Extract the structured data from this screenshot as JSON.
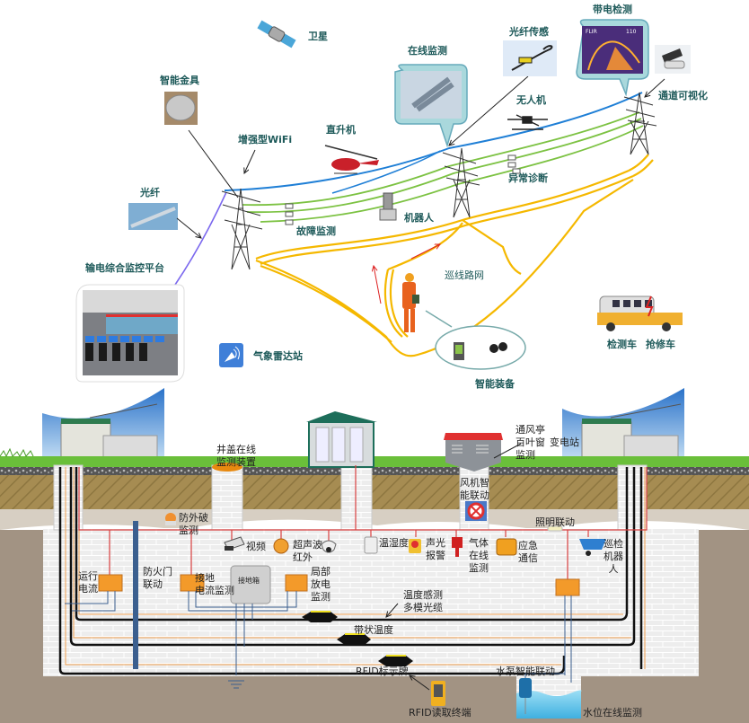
{
  "title": "输电线路与电缆隧道智能监测系统示意图",
  "upper": {
    "satellite": "卫星",
    "smart_fitting": "智能金具",
    "enhanced_wifi": "增强型WiFi",
    "helicopter": "直升机",
    "online_monitoring": "在线监测",
    "fiber_sensing": "光纤传感",
    "live_detection": "带电检测",
    "drone": "无人机",
    "channel_visualization": "通道可视化",
    "anomaly_diagnosis": "异常诊断",
    "fault_monitoring": "故障监测",
    "robot": "机器人",
    "fiber": "光纤",
    "platform": "输电综合监控平台",
    "patrol_network": "巡线路网",
    "weather_radar": "气象雷达站",
    "smart_equipment": "智能装备",
    "inspection_vehicle": "检测车",
    "repair_vehicle": "抢修车",
    "thermal_camera_brand": "FLIR",
    "thermal_reading": "110"
  },
  "lower": {
    "manhole_monitor": "井盖在线\n监测装置",
    "vent_louver": "通风亭\n百叶窗\n监测",
    "substation": "变电站",
    "fan_linkage": "风机智\n能联动",
    "anti_damage": "防外破\n监测",
    "lighting_linkage": "照明联动",
    "video": "视频",
    "ultrasonic_ir": "超声波\n红外",
    "partial_discharge": "局部\n放电\n监测",
    "temp_humidity": "温湿度",
    "sound_light_alarm": "声光\n报警",
    "gas_monitor": "气体\n在线\n监测",
    "emergency_comm": "应急\n通信",
    "patrol_robot": "巡检\n机器\n人",
    "running_current": "运行\n电流",
    "fire_door": "防火门\n联动",
    "grounding_current": "接地\n电流监测",
    "grounding_box": "接地箱",
    "temp_fiber": "温度感测\n多模光缆",
    "band_temp": "带状温度",
    "rfid_tag": "RFID标示牌",
    "rfid_reader": "RFID读取终端",
    "pump_linkage": "水泵智能联动",
    "water_level": "水位在线监测"
  },
  "colors": {
    "label_teal": "#1e5a5a",
    "power_line_blue": "#1f7fd6",
    "conductor_green": "#7cc242",
    "road_yellow": "#f5b800",
    "fiber_purple": "#7b68ee",
    "soil_brown": "#a38a55",
    "grass_green": "#6abf3a",
    "cable_red": "#d94040",
    "device_orange": "#f39a2a",
    "tunnel_wall": "#ececec",
    "bedrock": "#a29383",
    "water_blue": "#6cc6ea"
  }
}
